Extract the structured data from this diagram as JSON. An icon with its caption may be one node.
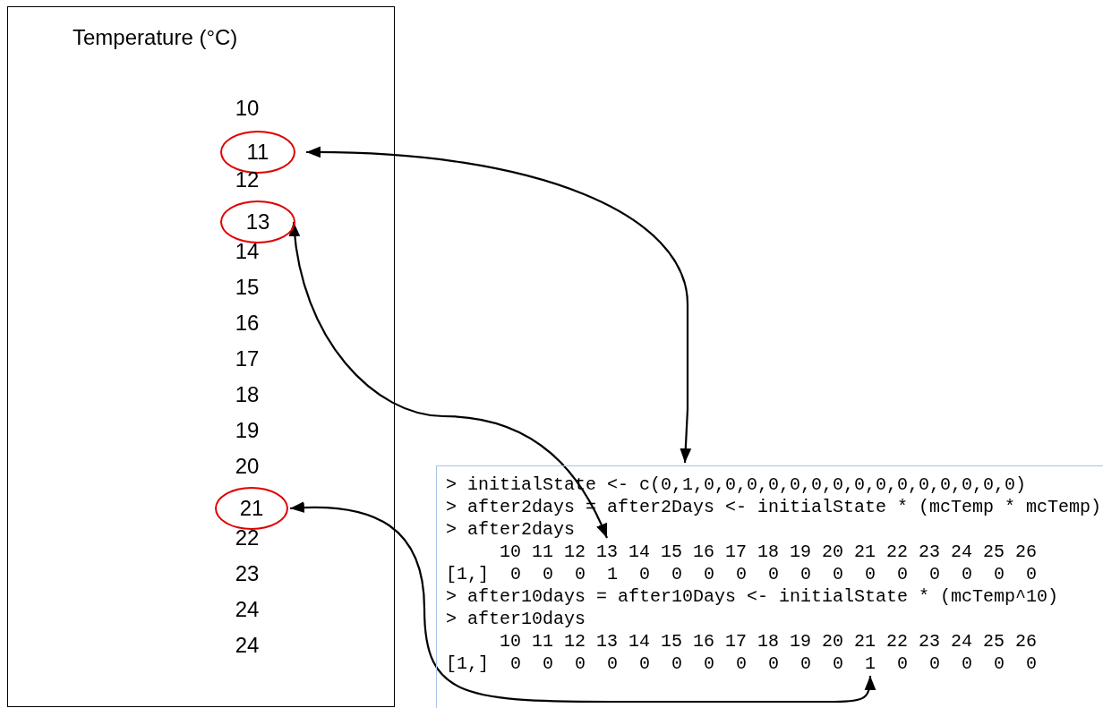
{
  "diagram": {
    "nodes": [
      {
        "text": [
          "Temperature (°C)"
        ]
      },
      {
        "text": [
          "11"
        ],
        "in": 0
      },
      {
        "text": [
          "13"
        ],
        "in": 0
      },
      {
        "text": [
          "21"
        ],
        "in": 0
      },
      {
        "text": [
          "> initialState <- c(0,1,0,0,0,0,0,0,0,0,0,0,0,0,0,0,0)",
          "> after2days = after2Days <- initialState * (mcTemp * mcTemp)",
          "> after2days",
          "10 11 12 13 14 15 16 17 18 19 20 21 22 23 24 25 26",
          "[1,] 0 0 0 1 0 0 0 0 0 0 0 0 0 0 0 0 0",
          "> after10days = after10Days <- initialState * (mcTemp^10)",
          "> after10days",
          "10 11 12 13 14 15 16 17 18 19 20 21 22 23 24 25 26",
          "[1,] 0 0 0 0 0 0 0 0 0 0 0 1 0 0 0 0 0"
        ]
      },
      {
        "text": [],
        "shape": "box",
        "in": 4
      },
      {
        "text": [],
        "shape": "box",
        "in": 4
      }
    ],
    "edges": [
      {
        "from": 1,
        "to": 4,
        "arrow": "both"
      },
      {
        "from": 2,
        "to": 5,
        "arrow": "both"
      },
      {
        "from": 3,
        "to": 6,
        "arrow": "both"
      }
    ],
    "labels": [
      "10",
      "12",
      "14",
      "15",
      "16",
      "17",
      "18",
      "19",
      "20",
      "22",
      "23",
      "24",
      "24"
    ]
  }
}
